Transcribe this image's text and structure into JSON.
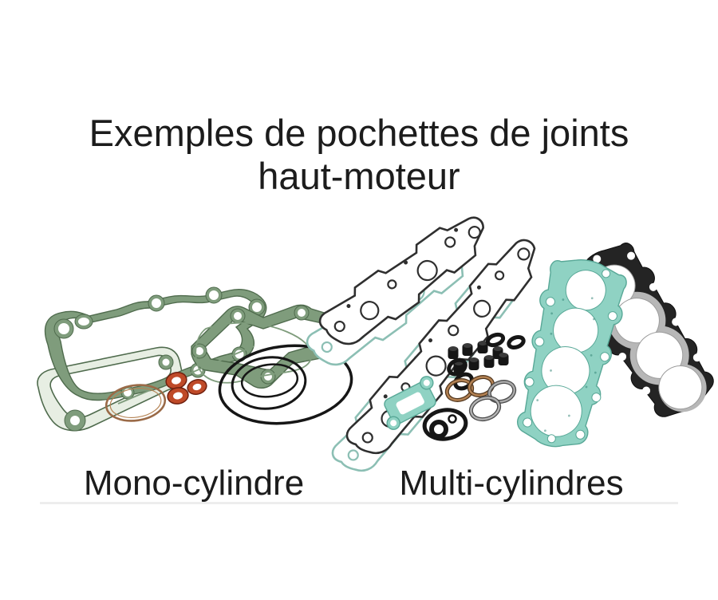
{
  "title": {
    "line1": "Exemples de pochettes de joints",
    "line2": "haut-moteur"
  },
  "figure": {
    "left_label": "Mono-cylindre",
    "right_label": "Multi-cylindres",
    "left_kit": {
      "parts": [
        "cylinder-base-gasket",
        "lower-base-gasket",
        "clamp-gasket",
        "thin-paper-gasket-outline",
        "copper-head-ring",
        "copper-exhaust-washers",
        "large-o-rings"
      ]
    },
    "right_kit": {
      "parts": [
        "valve-cover-gasket-dark",
        "valve-cover-gasket-teal",
        "valve-stem-seals",
        "small-o-rings",
        "metal-exhaust-rings",
        "small-rectangular-gasket",
        "crank-seal-rings",
        "head-gasket-4-bore-teal",
        "head-gasket-4-bore-black"
      ]
    }
  },
  "colors": {
    "bg": "#ffffff",
    "ink": "#1c1c1c",
    "sage": "#7f9c7c",
    "sageEdge": "#4f6b4d",
    "sageLight": "#e7eee3",
    "teal": "#8fd2c3",
    "tealEdge": "#58a897",
    "tealStroke": "#8cbfb4",
    "dark": "#2f2f2f",
    "black": "#161616",
    "copper": "#9a6a47",
    "copperLight": "#b58354",
    "rust": "#bf4a28",
    "rustEdge": "#70200f",
    "steel": "#4c4c4c",
    "steelLight": "#ababab",
    "gray": "#b7b7b7"
  }
}
